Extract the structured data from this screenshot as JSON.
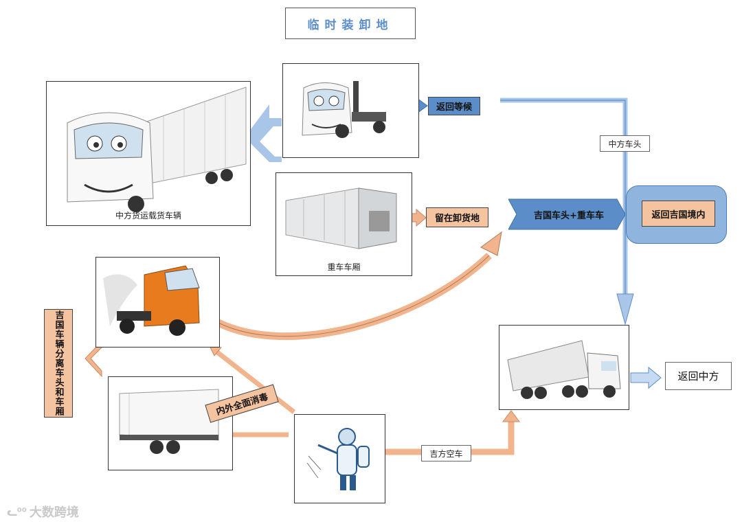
{
  "title": "临时装卸地",
  "images": {
    "loaded_truck": {
      "caption": "中方货运载货车辆"
    },
    "tractor_head": {
      "caption": ""
    },
    "container": {
      "caption": "重车车厢"
    },
    "orange_tractor": {
      "caption": ""
    },
    "empty_trailer": {
      "caption": ""
    },
    "disinfect_worker": {
      "caption": ""
    },
    "kyrgyz_truck": {
      "caption": ""
    }
  },
  "labels": {
    "return_wait": "返回等候",
    "stay_unload": "留在卸货地",
    "ky_head_heavy": "吉国车头+重车车",
    "return_ky": "返回吉国境内",
    "cn_head": "中方车头",
    "ky_separate": "吉国车辆分离车头和车厢",
    "disinfect": "内外全面消毒",
    "ky_empty": "吉方空车",
    "return_cn": "返回中方"
  },
  "watermark": "大数跨境",
  "colors": {
    "blue_fill": "#5b8ec8",
    "blue_light": "#a9c6e8",
    "blue_pale": "#c6dbf2",
    "orange_fill": "#f2b48c",
    "orange_label": "#f4c3a0",
    "title_text": "#5b8ec8"
  }
}
